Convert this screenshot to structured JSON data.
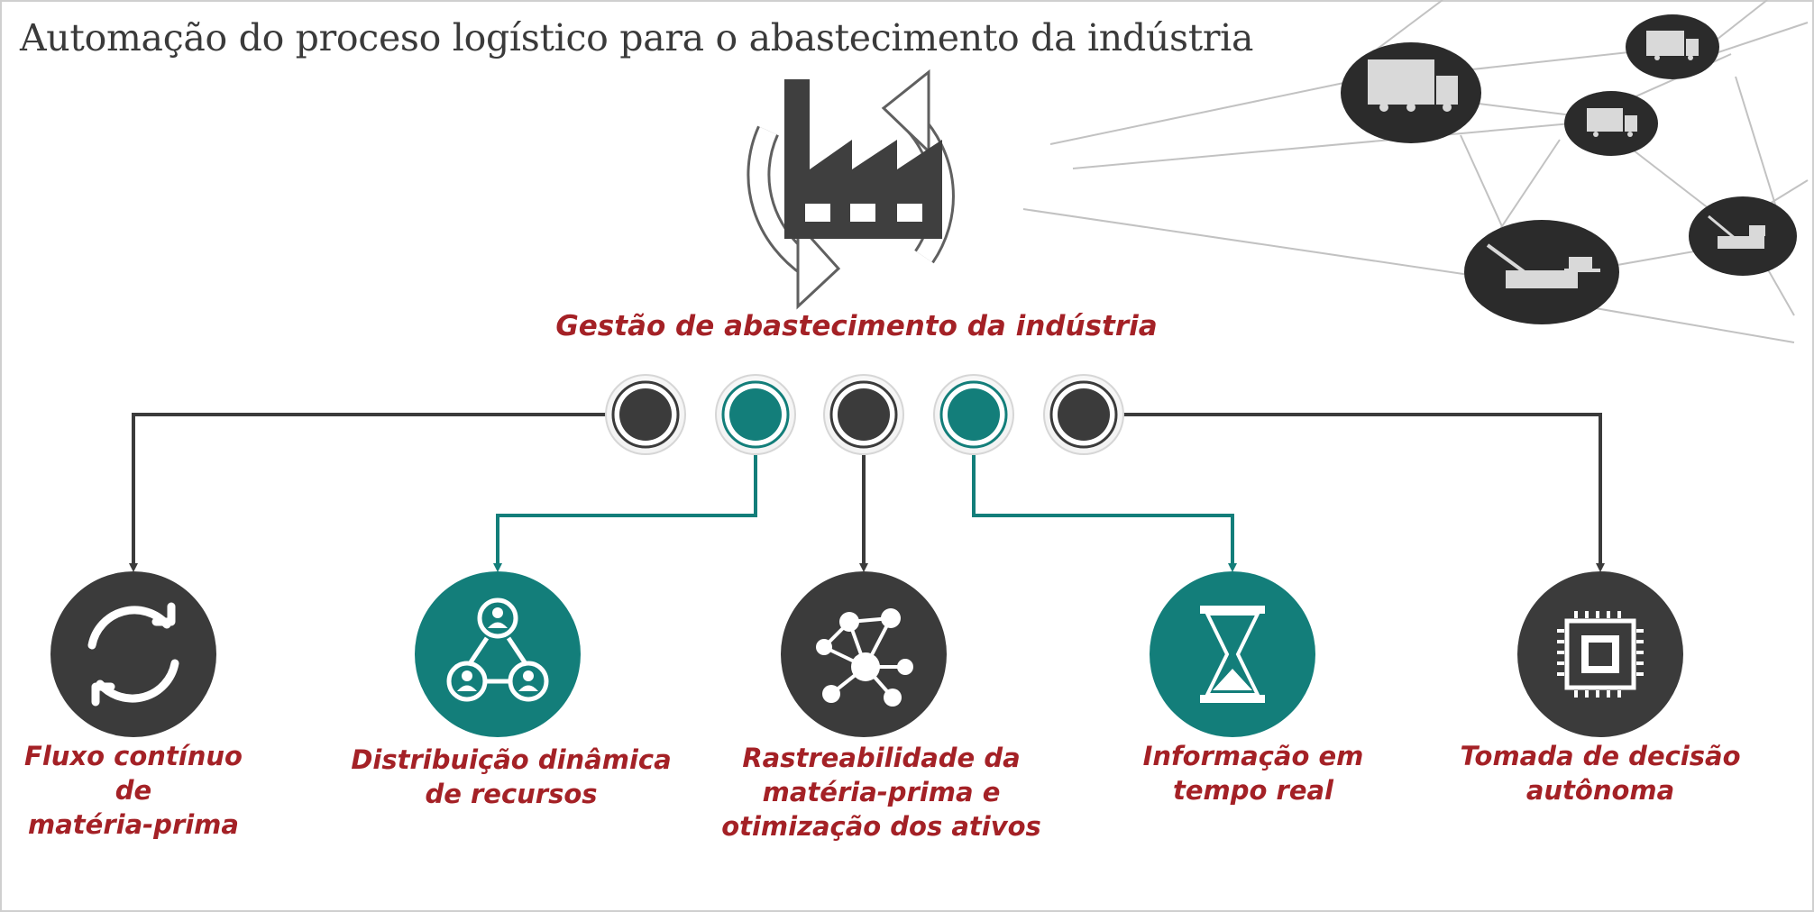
{
  "title": "Automação do proceso logístico para o abastecimento da indústria",
  "center": {
    "label": "Gestão de abastecimento da indústria",
    "icon": "factory-icon"
  },
  "colors": {
    "dark": "#3b3b3b",
    "teal": "#137e7a",
    "label_red": "#a42126",
    "line": "#b8b8b8"
  },
  "nodes": [
    {
      "label_line1": "Fluxo contínuo de",
      "label_line2": "matéria-prima",
      "label_line3": "",
      "icon": "cycle-arrows-icon",
      "color": "dark"
    },
    {
      "label_line1": "Distribuição dinâmica",
      "label_line2": "de recursos",
      "label_line3": "",
      "icon": "people-network-icon",
      "color": "teal"
    },
    {
      "label_line1": "Rastreabilidade da",
      "label_line2": "matéria-prima e",
      "label_line3": "otimização dos ativos",
      "icon": "connected-nodes-icon",
      "color": "dark"
    },
    {
      "label_line1": "Informação em",
      "label_line2": "tempo real",
      "label_line3": "",
      "icon": "hourglass-icon",
      "color": "teal"
    },
    {
      "label_line1": "Tomada de decisão",
      "label_line2": "autônoma",
      "label_line3": "",
      "icon": "chip-icon",
      "color": "dark"
    }
  ],
  "network": {
    "icons": [
      "truck-icon",
      "truck-icon",
      "truck-icon",
      "excavator-icon",
      "excavator-icon"
    ]
  }
}
